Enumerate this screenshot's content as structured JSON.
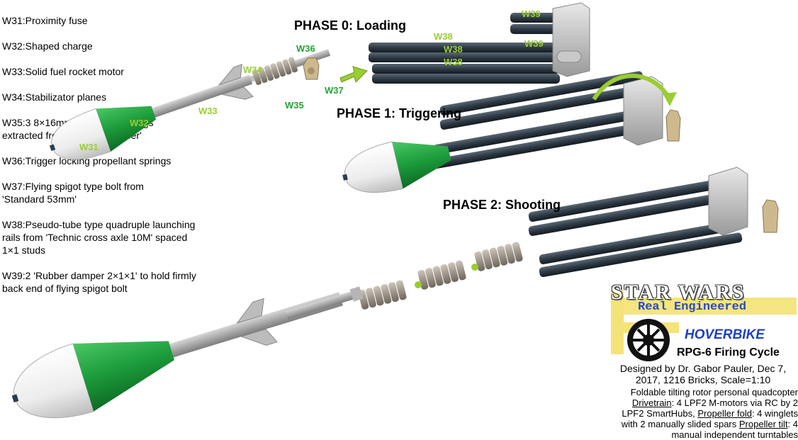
{
  "legend_top": [
    "W31:Proximity fuse",
    "W32:Shaped charge",
    "W33:Solid fuel rocket motor",
    "W34:Stabilizator planes",
    "W35:3 8×16mm propellant springs extracted from 'Shock absorber'",
    "W36:Trigger locking propellant springs"
  ],
  "legend_bottom": [
    "W37:Flying spigot type bolt from 'Standard 53mm'",
    "W38:Pseudo-tube type quadruple launching rails from 'Technic cross axle 10M' spaced 1×1 studs",
    "W39:2 'Rubber damper 2×1×1' to hold firmly back end of flying spigot bolt"
  ],
  "phases": {
    "p0": "PHASE 0: Loading",
    "p1": "PHASE 1: Triggering",
    "p2": "PHASE 2: Shooting"
  },
  "tags": {
    "w31": "W31",
    "w32": "W32",
    "w33": "W33",
    "w34": "W34",
    "w35": "W35",
    "w36": "W36",
    "w37": "W37",
    "w38a": "W38",
    "w38b": "W38",
    "w38c": "W38",
    "w39a": "W39",
    "w39b": "W39"
  },
  "logo": {
    "star_wars": "STAR WARS",
    "real_engineered": "Real   Engineered",
    "hoverbike": "HOVERBIKE",
    "subtitle": "RPG-6 Firing Cycle"
  },
  "credits": "Designed by Dr. Gabor Pauler, Dec 7, 2017, 1216 Bricks, Scale=1:10",
  "specs": {
    "line1": "Foldable tilting rotor personal quadcopter",
    "drivetrain_label": "Drivetrain",
    "drivetrain_text": ": 4 LPF2 M-motors via RC by 2 LPF2 SmartHubs, ",
    "propfold_label": "Propeller fold",
    "propfold_text": ": 4 winglets with 2 manually slided spars ",
    "proptilt_label": "Propeller tilt",
    "proptilt_text": ": 4 manual independent turntables"
  },
  "colors": {
    "tag_light": "#9acd32",
    "tag_dark": "#22a533",
    "warhead": "#1e9e3c",
    "rail": "#2f3b46"
  }
}
